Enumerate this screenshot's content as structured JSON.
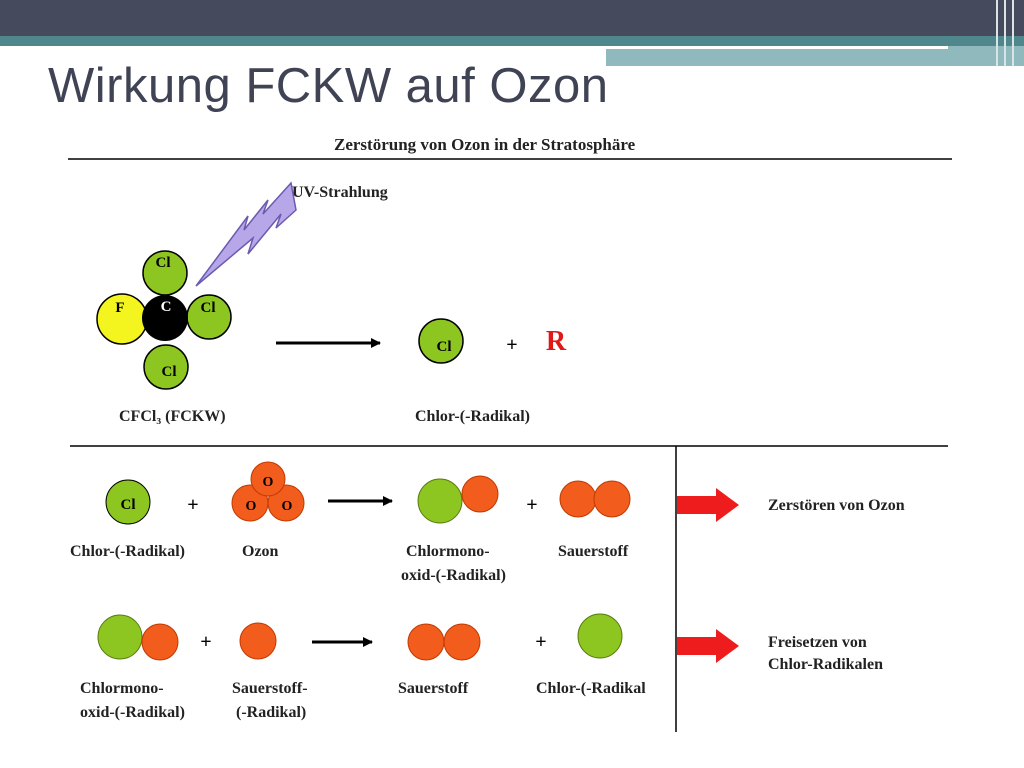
{
  "slide": {
    "title": "Wirkung FCKW auf Ozon",
    "colors": {
      "header_bar": "#454a5c",
      "accent_teal": "#4f878d",
      "light_teal": "#8fb9bd"
    }
  },
  "diagram": {
    "heading": "Zerstörung von Ozon in der Stratosphäre",
    "uv_label": "UV-Strahlung",
    "atoms": {
      "cl": "Cl",
      "c": "C",
      "f": "F",
      "o": "O"
    },
    "radical_symbol": "R",
    "plus": "+",
    "row0": {
      "left_caption": "CFCl₃ (FCKW)",
      "right_caption": "Chlor-(-Radikal)"
    },
    "row1": {
      "chlor": "Chlor-(-Radikal)",
      "ozon": "Ozon",
      "clo_line1": "Chlormono-",
      "clo_line2": "oxid-(-Radikal)",
      "sauerstoff": "Sauerstoff",
      "result": "Zerstören von Ozon"
    },
    "row2": {
      "clo_line1": "Chlormono-",
      "clo_line2": "oxid-(-Radikal)",
      "o_line1": "Sauerstoff-",
      "o_line2": "(-Radikal)",
      "sauerstoff": "Sauerstoff",
      "chlor": "Chlor-(-Radikal",
      "result_line1": "Freisetzen von",
      "result_line2": "Chlor-Radikalen"
    },
    "colors": {
      "chlorine": "#8dc621",
      "oxygen": "#f25c1c",
      "fluorine": "#f4f41e",
      "carbon": "#000000",
      "radical": "#e01818",
      "arrow_red": "#ee1c1c"
    }
  }
}
